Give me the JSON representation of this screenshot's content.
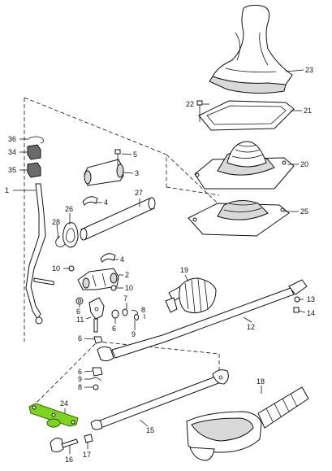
{
  "callouts": {
    "c1": "1",
    "c2": "2",
    "c3": "3",
    "c4a": "4",
    "c4b": "4",
    "c5": "5",
    "c6a": "6",
    "c6b": "6",
    "c6c": "6",
    "c6d": "6",
    "c7": "7",
    "c8a": "8",
    "c8b": "8",
    "c9a": "9",
    "c9b": "9",
    "c10a": "10",
    "c10b": "10",
    "c11": "11",
    "c12": "12",
    "c13": "13",
    "c14": "14",
    "c15": "15",
    "c16": "16",
    "c17": "17",
    "c18": "18",
    "c19": "19",
    "c20": "20",
    "c21": "21",
    "c22": "22",
    "c23": "23",
    "c24": "24",
    "c25": "25",
    "c26": "26",
    "c27": "27",
    "c28": "28",
    "c34": "34",
    "c35": "35",
    "c36": "36"
  },
  "highlight": {
    "part": "24",
    "color": "#7ed321"
  }
}
